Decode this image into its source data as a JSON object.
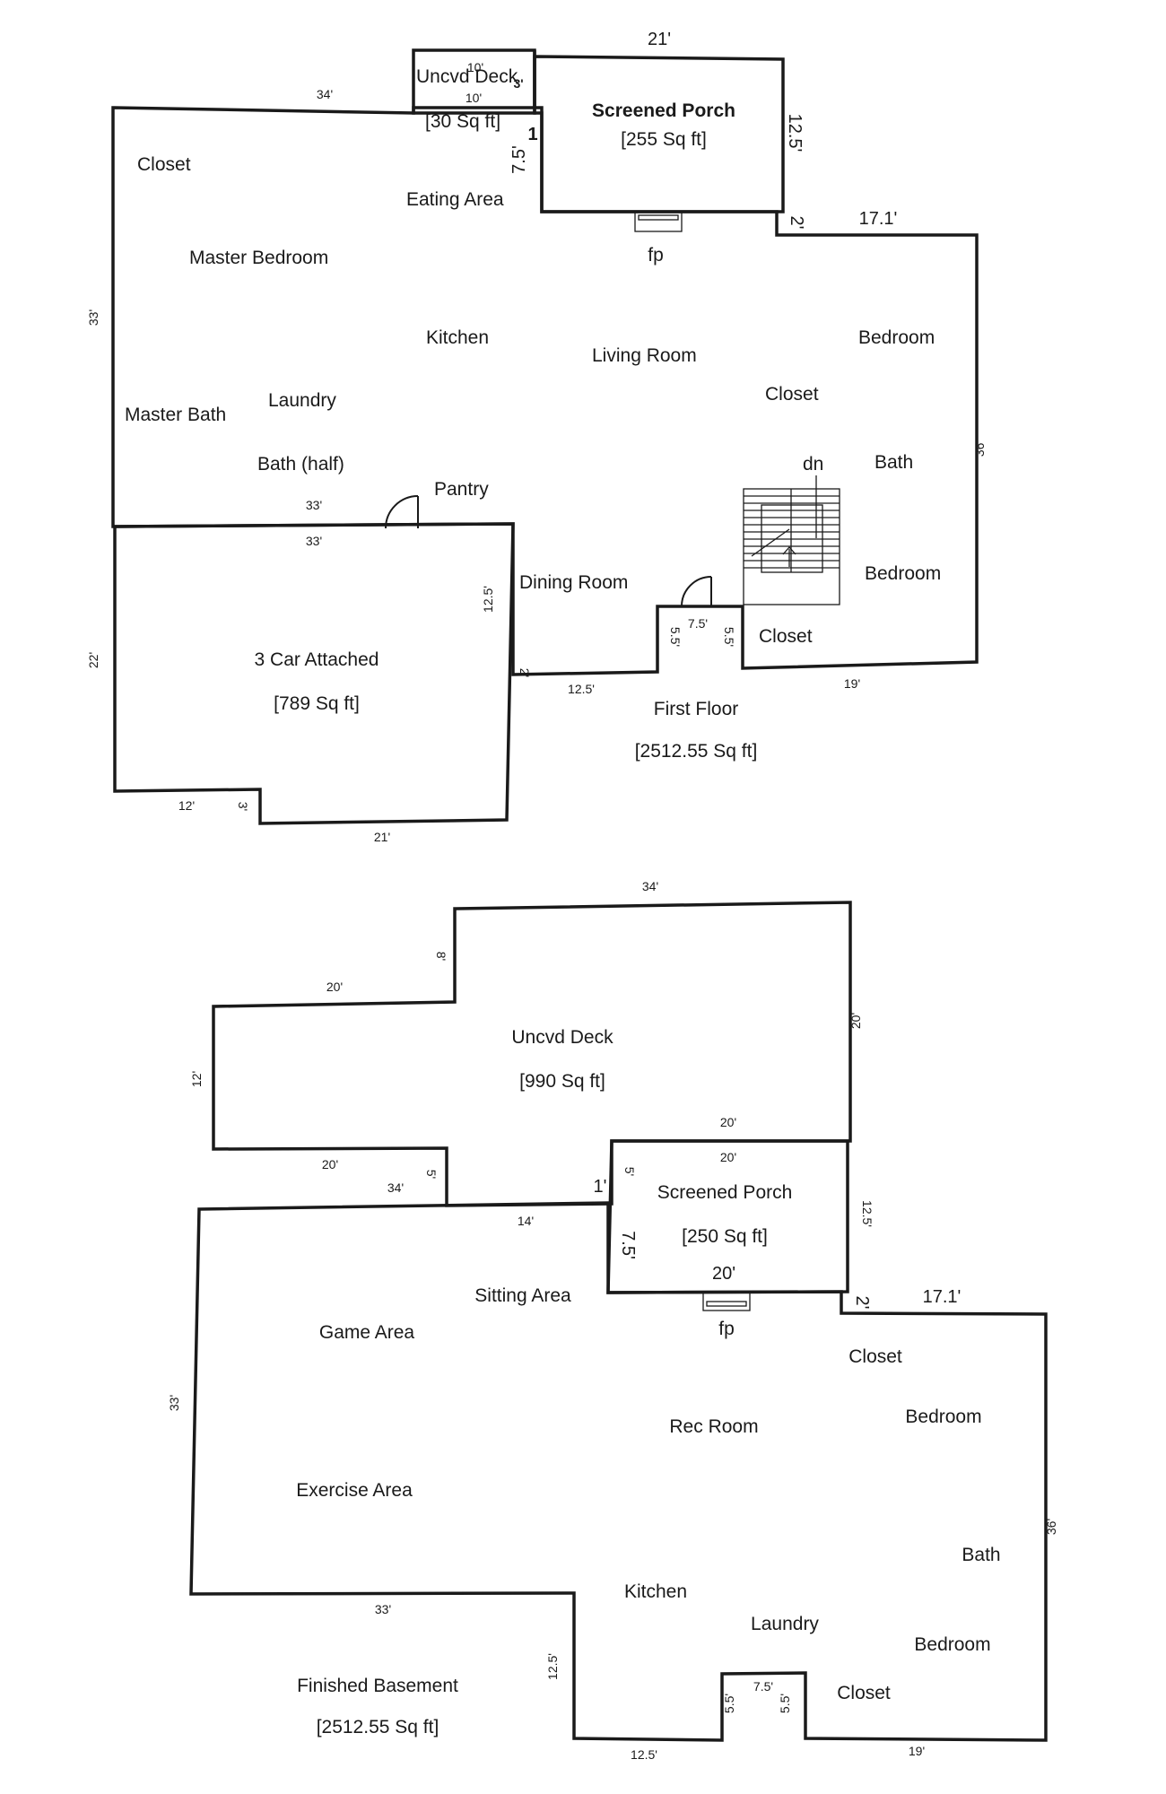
{
  "first_floor": {
    "rooms": {
      "uncvd_deck": "Uncvd Deck",
      "uncvd_deck_area": "[30 Sq ft]",
      "screened_porch": "Screened Porch",
      "screened_porch_area": "[255 Sq ft]",
      "closet_nw": "Closet",
      "eating_area": "Eating Area",
      "fp": "fp",
      "master_bedroom": "Master Bedroom",
      "kitchen": "Kitchen",
      "living_room": "Living Room",
      "bedroom_ne": "Bedroom",
      "master_bath": "Master Bath",
      "laundry": "Laundry",
      "closet_mid": "Closet",
      "dn": "dn",
      "bath": "Bath",
      "bath_half": "Bath (half)",
      "pantry": "Pantry",
      "bedroom_se": "Bedroom",
      "dining_room": "Dining Room",
      "closet_se": "Closet",
      "garage": "3 Car Attached",
      "garage_area": "[789 Sq ft]",
      "floor_name": "First Floor",
      "floor_area": "[2512.55 Sq ft]"
    },
    "dims": {
      "top_21": "21'",
      "deck_10a": "10'",
      "deck_10b": "10'",
      "deck_3": "3'",
      "top_34": "34'",
      "porch_12_5": "12.5'",
      "porch_1": "1",
      "porch_7_5": "7.5'",
      "step_2": "2'",
      "right_17_1": "17.1'",
      "left_33": "33'",
      "right_36": "36'",
      "mid_33a": "33'",
      "mid_33b": "33'",
      "dining_12_5": "12.5'",
      "entry_7_5": "7.5'",
      "entry_5_5a": "5.5'",
      "entry_5_5b": "5.5'",
      "garage_22": "22'",
      "step_2b": "2'",
      "bottom_12_5": "12.5'",
      "bottom_19": "19'",
      "garage_12": "12'",
      "garage_3": "3'",
      "garage_21": "21'"
    }
  },
  "basement": {
    "rooms": {
      "uncvd_deck": "Uncvd Deck",
      "uncvd_deck_area": "[990 Sq ft]",
      "screened_porch": "Screened Porch",
      "screened_porch_area": "[250 Sq ft]",
      "sitting_area": "Sitting Area",
      "game_area": "Game Area",
      "fp": "fp",
      "closet_ne": "Closet",
      "rec_room": "Rec Room",
      "bedroom_ne": "Bedroom",
      "exercise_area": "Exercise Area",
      "bath": "Bath",
      "kitchen": "Kitchen",
      "laundry": "Laundry",
      "bedroom_se": "Bedroom",
      "closet_se": "Closet",
      "floor_name": "Finished Basement",
      "floor_area": "[2512.55 Sq ft]"
    },
    "dims": {
      "top_34": "34'",
      "deck_8": "8'",
      "deck_20a": "20'",
      "deck_20_right": "20'",
      "deck_12": "12'",
      "deck_20b": "20'",
      "deck_20c": "20'",
      "porch_20a": "20'",
      "porch_20b": "20'",
      "deck_34": "34'",
      "deck_5": "5'",
      "porch_1": "1'",
      "porch_5": "5'",
      "porch_12_5": "12.5'",
      "wall_14": "14'",
      "porch_7_5": "7.5'",
      "step_2": "2'",
      "right_17_1": "17.1'",
      "left_33": "33'",
      "right_36": "36'",
      "bottom_33": "33'",
      "kitchen_12_5": "12.5'",
      "entry_7_5": "7.5'",
      "entry_5_5a": "5.5'",
      "entry_5_5b": "5.5'",
      "bottom_12_5": "12.5'",
      "bottom_19": "19'"
    }
  }
}
